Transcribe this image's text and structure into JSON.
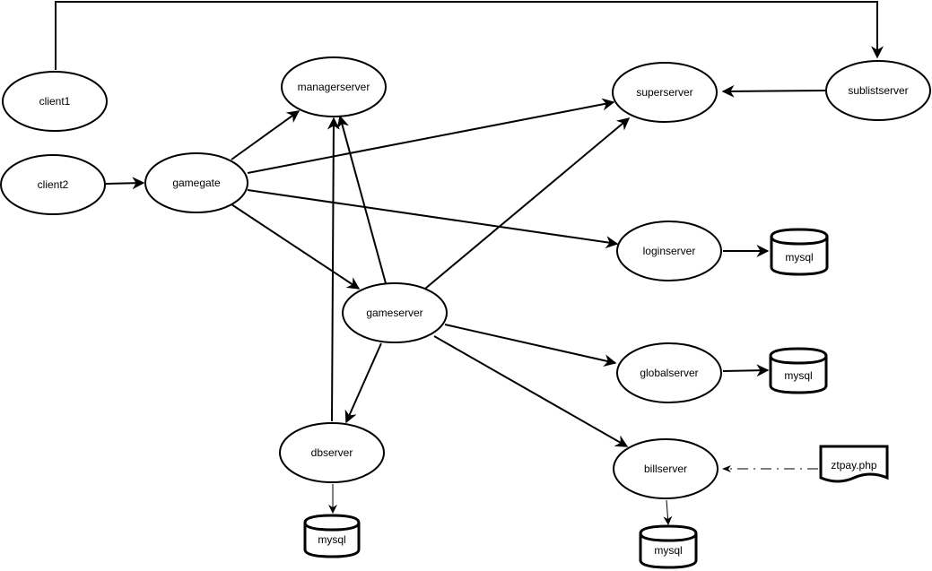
{
  "nodes": {
    "client1": "client1",
    "client2": "client2",
    "gamegate": "gamegate",
    "managerserver": "managerserver",
    "superserver": "superserver",
    "sublistserver": "sublistserver",
    "loginserver": "loginserver",
    "gameserver": "gameserver",
    "globalserver": "globalserver",
    "dbserver": "dbserver",
    "billserver": "billserver",
    "ztpay": "ztpay.php"
  },
  "databases": {
    "login_db": "mysql",
    "global_db": "mysql",
    "db_db": "mysql",
    "bill_db": "mysql"
  }
}
